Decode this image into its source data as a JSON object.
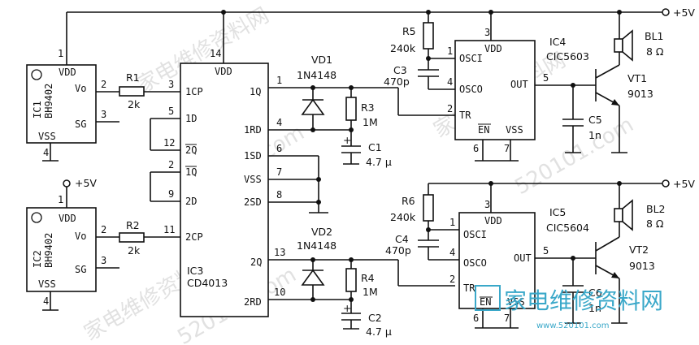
{
  "supply": {
    "top_label": "+5V",
    "right_bottom_label": "+5V",
    "left_label": "+5V"
  },
  "ic1": {
    "ref": "IC1",
    "part": "BH9402",
    "pins": {
      "vdd": "VDD",
      "vo": "Vo",
      "sg": "SG",
      "vss": "VSS"
    },
    "pin_numbers": [
      "1",
      "2",
      "3",
      "4"
    ]
  },
  "ic2": {
    "ref": "IC2",
    "part": "BH9402",
    "pins": {
      "vdd": "VDD",
      "vo": "Vo",
      "sg": "SG",
      "vss": "VSS"
    },
    "pin_numbers": [
      "1",
      "2",
      "3",
      "4"
    ]
  },
  "r1": {
    "ref": "R1",
    "value": "2k"
  },
  "r2": {
    "ref": "R2",
    "value": "2k"
  },
  "ic3": {
    "ref": "IC3",
    "part": "CD4013",
    "pins": {
      "vdd": "VDD",
      "cp1": "1CP",
      "d1": "1D",
      "q1n": "2Q",
      "q1bar": "1Q",
      "d2": "2D",
      "cp2": "2CP",
      "q1": "1Q",
      "rd1": "1RD",
      "sd1": "1SD",
      "vss": "VSS",
      "sd2": "2SD",
      "q2": "2Q",
      "rd2": "2RD"
    },
    "pin_numbers": {
      "vdd": "14",
      "cp1": "3",
      "d1": "5",
      "q2bar": "12",
      "q1bar": "2",
      "d2": "9",
      "cp2": "11",
      "q1": "1",
      "rd1": "4",
      "sd1": "6",
      "vss": "7",
      "sd2": "8",
      "q2": "13",
      "rd2": "10"
    }
  },
  "vd1": {
    "ref": "VD1",
    "part": "1N4148"
  },
  "vd2": {
    "ref": "VD2",
    "part": "1N4148"
  },
  "r3": {
    "ref": "R3",
    "value": "1M"
  },
  "r4": {
    "ref": "R4",
    "value": "1M"
  },
  "c1": {
    "ref": "C1",
    "value": "4.7 μ",
    "polarity": "+"
  },
  "c2": {
    "ref": "C2",
    "value": "4.7 μ",
    "polarity": "+"
  },
  "r5": {
    "ref": "R5",
    "value": "240k"
  },
  "r6": {
    "ref": "R6",
    "value": "240k"
  },
  "c3": {
    "ref": "C3",
    "value": "470p"
  },
  "c4": {
    "ref": "C4",
    "value": "470p"
  },
  "ic4": {
    "ref": "IC4",
    "part": "CIC5603",
    "pins": {
      "vdd": "VDD",
      "osci": "OSCI",
      "osco": "OSCO",
      "tr": "TR",
      "en": "EN",
      "vss": "VSS",
      "out": "OUT"
    },
    "pin_numbers": {
      "vdd": "3",
      "osci": "1",
      "osco": "4",
      "tr": "2",
      "en": "6",
      "vss": "7",
      "out": "5"
    }
  },
  "ic5": {
    "ref": "IC5",
    "part": "CIC5604",
    "pins": {
      "vdd": "VDD",
      "osci": "OSCI",
      "osco": "OSCO",
      "tr": "TR",
      "en": "EN",
      "vss": "VSS",
      "out": "OUT"
    },
    "pin_numbers": {
      "vdd": "3",
      "osci": "1",
      "osco": "4",
      "tr": "2",
      "en": "6",
      "vss": "7",
      "out": "5"
    }
  },
  "c5": {
    "ref": "C5",
    "value": "1n"
  },
  "c6": {
    "ref": "C6",
    "value": "1n"
  },
  "vt1": {
    "ref": "VT1",
    "part": "9013"
  },
  "vt2": {
    "ref": "VT2",
    "part": "9013"
  },
  "bl1": {
    "ref": "BL1",
    "value": "8 Ω"
  },
  "bl2": {
    "ref": "BL2",
    "value": "8 Ω"
  },
  "watermarks": {
    "text": "家电维修资料网",
    "url": "520101.com",
    "logo_text": "家电维修资料网",
    "logo_url": "www.520101.com"
  }
}
